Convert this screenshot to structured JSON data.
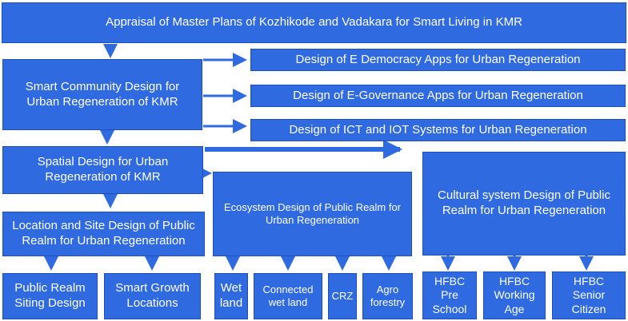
{
  "diagram": {
    "title": "Appraisal of Master Plans of Kozhikode and Vadakara for Smart Living in KMR",
    "smart_community": "Smart Community Design for\nUrban Regeneration of KMR",
    "e_democracy": "Design of E Democracy Apps for Urban Regeneration",
    "e_governance": "Design of E-Governance Apps for Urban Regeneration",
    "ict_iot": "Design of ICT and IOT Systems for Urban Regeneration",
    "spatial": "Spatial Design for Urban\nRegeneration of KMR",
    "location_site": "Location and Site Design of Public\nRealm for Urban Regeneration",
    "ecosystem": "Ecosystem Design of Public Realm for\nUrban Regeneration",
    "cultural": "Cultural system Design of Public\nRealm for Urban Regeneration",
    "public_realm_siting": "Public Realm\nSiting Design",
    "smart_growth": "Smart Growth\nLocations",
    "wet_land": "Wet\nland",
    "connected_wet_land": "Connected\nwet land",
    "crz": "CRZ",
    "agro_forestry": "Agro\nforestry",
    "hfbc_pre_school": "HFBC\nPre\nSchool",
    "hfbc_working_age": "HFBC\nWorking\nAge",
    "hfbc_senior_citizen": "HFBC\nSenior\nCitizen"
  },
  "colors": {
    "box_fill": "#2f6ae0",
    "box_border": "#1f4fb8",
    "text": "#ffffff",
    "arrow": "#2f6ae0"
  }
}
